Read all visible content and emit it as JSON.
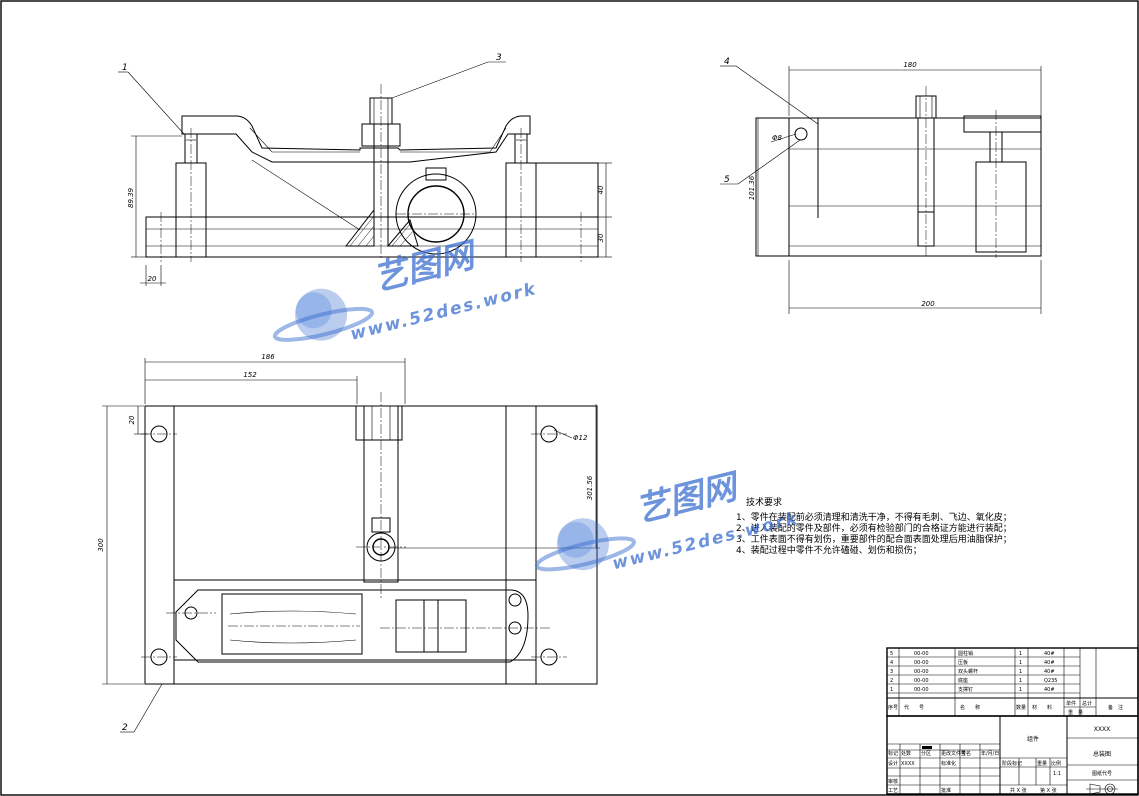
{
  "front_view": {
    "callouts": [
      "1",
      "3"
    ],
    "dims": {
      "height_total": "89.39",
      "left_foot": "20",
      "upper": "40",
      "lower": "30"
    }
  },
  "side_view": {
    "callouts": [
      "4",
      "5"
    ],
    "dims": {
      "top_width": "180",
      "hole": "Φ8",
      "height": "101.36",
      "bottom_width": "200"
    }
  },
  "top_view": {
    "callout": "2",
    "dims": {
      "width_total": "186",
      "width_inner": "152",
      "top_offset": "20",
      "hole": "Φ12",
      "height": "301.56",
      "height_total": "300"
    }
  },
  "tech_requirements": {
    "title": "技术要求",
    "items": [
      "1、零件在装配前必须清理和清洗干净，不得有毛刺、飞边、氧化皮；",
      "2、进入装配的零件及部件，必须有检验部门的合格证方能进行装配；",
      "3、工件表面不得有划伤，重要部件的配合面表面处理后用油脂保护；",
      "4、装配过程中零件不允许磕碰、划伤和损伤；"
    ]
  },
  "watermark": {
    "brand": "艺图网",
    "url": "www.52des.work"
  },
  "bom": {
    "rows": [
      {
        "no": "5",
        "code": "00-00",
        "name": "圆柱销",
        "qty": "1",
        "material": "40#"
      },
      {
        "no": "4",
        "code": "00-00",
        "name": "压板",
        "qty": "1",
        "material": "40#"
      },
      {
        "no": "3",
        "code": "00-00",
        "name": "双头螺杆",
        "qty": "1",
        "material": "40#"
      },
      {
        "no": "2",
        "code": "00-00",
        "name": "底座",
        "qty": "1",
        "material": "Q235"
      },
      {
        "no": "1",
        "code": "00-00",
        "name": "支撑钉",
        "qty": "1",
        "material": "40#"
      }
    ],
    "headers": {
      "no": "序号",
      "code": "代　　号",
      "name": "名　　称",
      "qty": "数量",
      "material": "材　　料",
      "single": "单件",
      "total": "总计",
      "weight": "重　量",
      "remark": "备　注"
    }
  },
  "title_block": {
    "labels": {
      "mark": "标记",
      "count": "处数",
      "zone": "分区",
      "change_doc": "更改文件号",
      "sign": "签名",
      "date": "年/月/日",
      "design": "设计",
      "designer": "XXXX",
      "standard": "标准化",
      "stage_mark": "阶段标记",
      "weight": "重量",
      "scale": "比例",
      "review": "审核",
      "process": "工艺",
      "approve": "批准",
      "sheets": "共 X 张",
      "sheet": "第 X 张",
      "scale_value": "1:1",
      "drawing_no": "图纸代号"
    },
    "assembly_name": "组件",
    "title": "XXXX",
    "drawing_name": "总装图"
  }
}
